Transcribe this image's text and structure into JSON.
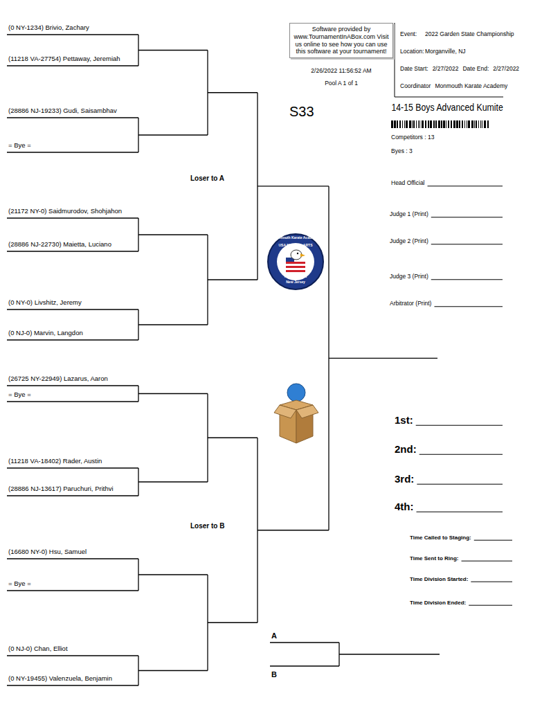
{
  "diagram": {
    "title": "14-15 Boys Advanced Kumite",
    "nodes": [
      {
        "text": [
          "Software provided by www.TournamentInABox.com Visit us online to see how you can use this software at your tournament!"
        ]
      }
    ],
    "labels": [
      "(0 NY-1234) Brivio, Zachary",
      "(11218 VA-27754) Pettaway, Jeremiah",
      "(28886 NJ-19233) Gudi, Saisambhav",
      "= Bye =",
      "Loser to A",
      "(21172 NY-0) Saidmurodov, Shohjahon",
      "(28886 NJ-22730) Maietta, Luciano",
      "(0 NY-0) Livshitz, Jeremy",
      "(0 NJ-0) Marvin, Langdon",
      "(26725 NY-22949) Lazarus, Aaron",
      "= Bye =",
      "(11218 VA-18402) Rader, Austin",
      "(28886 NJ-13617) Paruchuri, Prithvi",
      "Loser to B",
      "(16680 NY-0) Hsu, Samuel",
      "= Bye =",
      "(0 NJ-0) Chan, Elliot",
      "(0 NY-19455) Valenzuela, Benjamin",
      "A",
      "B",
      "2/26/2022  11:56:52 AM",
      "Pool A 1 of 1",
      "Event:",
      "2022 Garden State Championship",
      "Location:",
      "Morganville, NJ",
      "Date Start:",
      "2/27/2022",
      "Date End:",
      "2/27/2022",
      "Coordinator",
      "Monmouth Karate Academy",
      "S33",
      "Competitors : 13",
      "Byes : 3",
      "Head Official",
      "Judge 1 (Print)",
      "Judge 2 (Print)",
      "Judge 3 (Print)",
      "Arbitrator (Print)",
      "1st:",
      "2nd:",
      "3rd:",
      "4th:",
      "Time Called to Staging:",
      "Time Sent to Ring:",
      "Time Division Started:",
      "Time Division Ended:",
      "Monmouth Karate Academy",
      "USA MARTIAL ARTS",
      "FEDERATION",
      "New Jersey"
    ]
  }
}
